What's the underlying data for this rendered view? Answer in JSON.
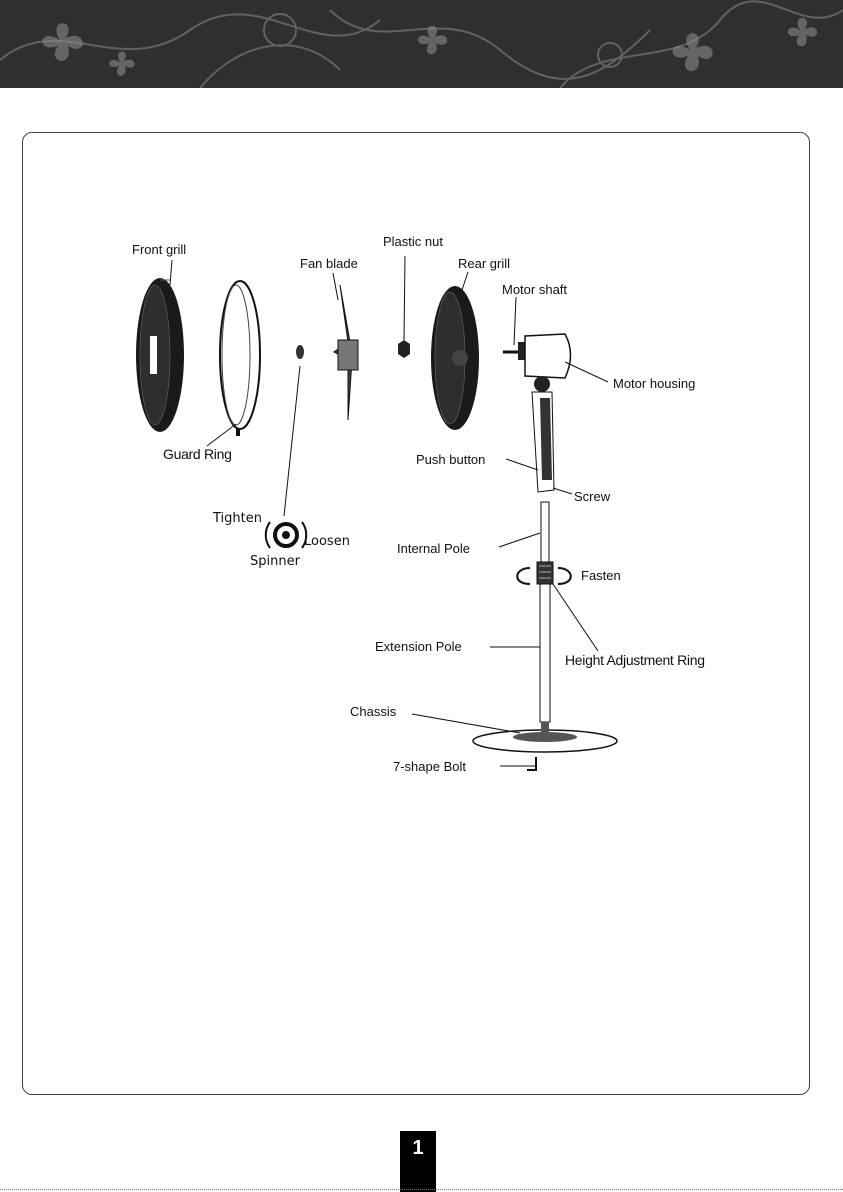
{
  "colors": {
    "banner_bg": "#2f2f2f",
    "banner_pattern": "#8a8a8a",
    "ink": "#111111",
    "page_number_bg": "#000000"
  },
  "labels": {
    "front_grill": "Front  grill",
    "guard_ring": "Guard Ring",
    "fan_blade": "Fan  blade",
    "plastic_nut": "Plastic  nut",
    "rear_grill": "Rear  grill",
    "motor_shaft": "Motor  shaft",
    "motor_housing": "Motor  housing",
    "push_button": "Push  button",
    "screw": "Screw",
    "tighten": "Tighten",
    "loosen": "Loosen",
    "spinner": "Spinner",
    "internal_pole": "Internal  Pole",
    "fasten": "Fasten",
    "extension_pole": "Extension  Pole",
    "height_adjustment_ring": "Height Adjustment Ring",
    "chassis": "Chassis",
    "shape_bolt": "7-shape  Bolt"
  },
  "page_number": "1"
}
